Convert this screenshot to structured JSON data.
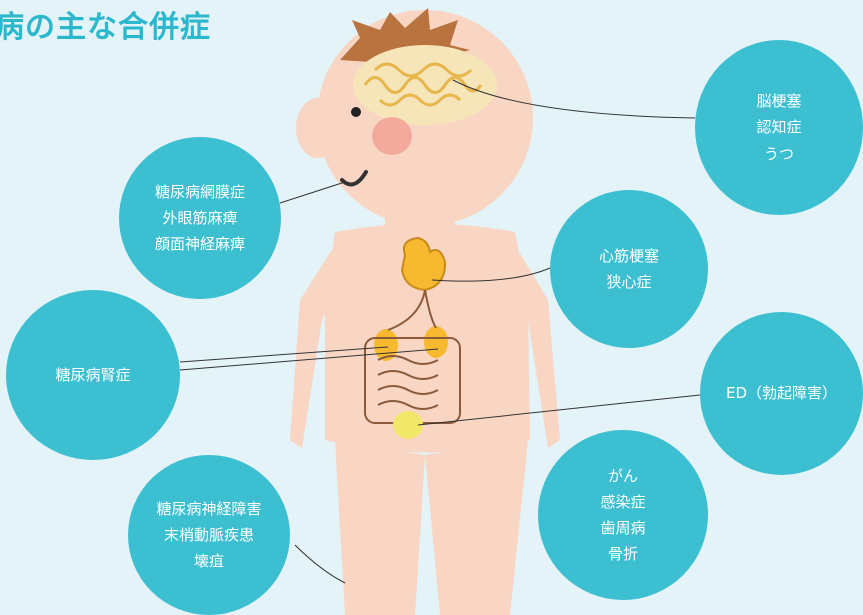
{
  "title": "病の主な合併症",
  "colors": {
    "background": "#e3f3f7",
    "accent": "#2bb8cc",
    "bubble": "#3cbfd0",
    "skin": "#f9d6c4",
    "organ": "#f6b92f"
  },
  "complications": {
    "brain": {
      "lines": [
        "脳梗塞",
        "認知症",
        "うつ"
      ]
    },
    "eyes": {
      "lines": [
        "糖尿病網膜症",
        "外眼筋麻痺",
        "顔面神経麻痺"
      ]
    },
    "heart": {
      "lines": [
        "心筋梗塞",
        "狭心症"
      ]
    },
    "kidney": {
      "lines": [
        "糖尿病腎症"
      ]
    },
    "ed": {
      "lines": [
        "ED（勃起障害）"
      ]
    },
    "general": {
      "lines": [
        "がん",
        "感染症",
        "歯周病",
        "骨折"
      ]
    },
    "nerve": {
      "lines": [
        "糖尿病神経障害",
        "末梢動脈疾患",
        "壊疽"
      ]
    }
  }
}
